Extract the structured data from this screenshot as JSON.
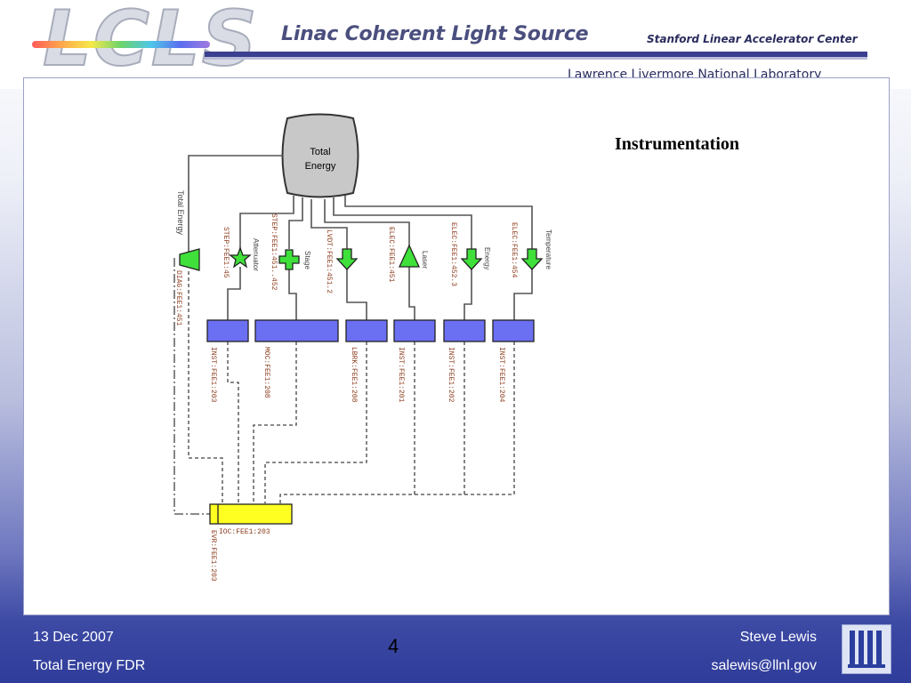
{
  "header": {
    "logo_text": "LCLS",
    "program_title": "Linac Coherent Light Source",
    "partner_1": "Stanford Linear Accelerator Center",
    "partner_2": "Lawrence Livermore National Laboratory"
  },
  "slide": {
    "title": "Instrumentation"
  },
  "diagram": {
    "central_node": {
      "line1": "Total",
      "line2": "Energy"
    },
    "side_label": "Total Energy",
    "devices": [
      {
        "id": "diag",
        "pv": "DIAG:FEE1:451",
        "type": "trapezoid",
        "caption": ""
      },
      {
        "id": "step1",
        "pv": "STEP:FEE1:45",
        "type": "star",
        "caption": "Attenuator"
      },
      {
        "id": "step2",
        "pv": "STEP:FEE1:451..452",
        "type": "plus",
        "caption": "Stage"
      },
      {
        "id": "lvdt",
        "pv": "LVDT:FEE1:451.2",
        "type": "arrow",
        "caption": ""
      },
      {
        "id": "elec1",
        "pv": "ELEC:FEE1:451",
        "type": "triangle",
        "caption": "Laser"
      },
      {
        "id": "elec2",
        "pv": "ELEC:FEE1:452.3",
        "type": "arrow",
        "caption": "Energy"
      },
      {
        "id": "elec3",
        "pv": "ELEC:FEE1:454",
        "type": "arrow",
        "caption": "Temperature"
      }
    ],
    "controllers": [
      {
        "id": "inst203",
        "pv": "INST:FEE1:203"
      },
      {
        "id": "moc208",
        "pv": "MOC:FEE1:208"
      },
      {
        "id": "lbrk208",
        "pv": "LBRK:FEE1:208"
      },
      {
        "id": "inst201",
        "pv": "INST:FEE1:201"
      },
      {
        "id": "inst202",
        "pv": "INST:FEE1:202"
      },
      {
        "id": "inst204",
        "pv": "INST:FEE1:204"
      }
    ],
    "ioc": {
      "pv": "IOC:FEE1:203",
      "sub": "EVR:FEE1:203"
    },
    "colors": {
      "controller": "#6b6ff2",
      "ioc": "#ffff22",
      "device": "#3fe03a",
      "node": "#c8c8c8"
    }
  },
  "footer": {
    "date": "13 Dec 2007",
    "topic": "Total Energy FDR",
    "page": "4",
    "author": "Steve Lewis",
    "email": "salewis@llnl.gov",
    "logo_icon": "llnl-logo-icon"
  }
}
